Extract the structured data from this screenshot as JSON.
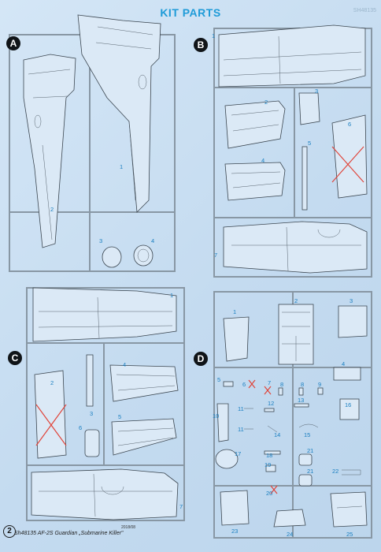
{
  "header": {
    "title": "KIT PARTS",
    "corner_code": "SH48135"
  },
  "quadrants": {
    "A": {
      "letter": "A",
      "parts": [
        "1",
        "2",
        "3",
        "4"
      ]
    },
    "B": {
      "letter": "B",
      "parts": [
        "1",
        "2",
        "3",
        "4",
        "5",
        "6",
        "7"
      ]
    },
    "C": {
      "letter": "C",
      "parts": [
        "1",
        "2",
        "3",
        "4",
        "5",
        "6",
        "7"
      ]
    },
    "D": {
      "letter": "D",
      "parts": [
        "1",
        "2",
        "3",
        "4",
        "5",
        "6",
        "7",
        "8",
        "8",
        "9",
        "10",
        "11",
        "11",
        "12",
        "13",
        "14",
        "15",
        "16",
        "17",
        "18",
        "19",
        "20",
        "21",
        "21",
        "22",
        "23",
        "24",
        "25"
      ]
    }
  },
  "footer": {
    "page_number": "2",
    "caption": "Sh48135 AF-2S Guardian „Submarine Killer\"",
    "date": "2018/08"
  },
  "colors": {
    "title": "#1e9bd8",
    "part_numbers": "#1a7fc0",
    "cross_out": "#e0453b",
    "paper": "#c9dff2"
  }
}
